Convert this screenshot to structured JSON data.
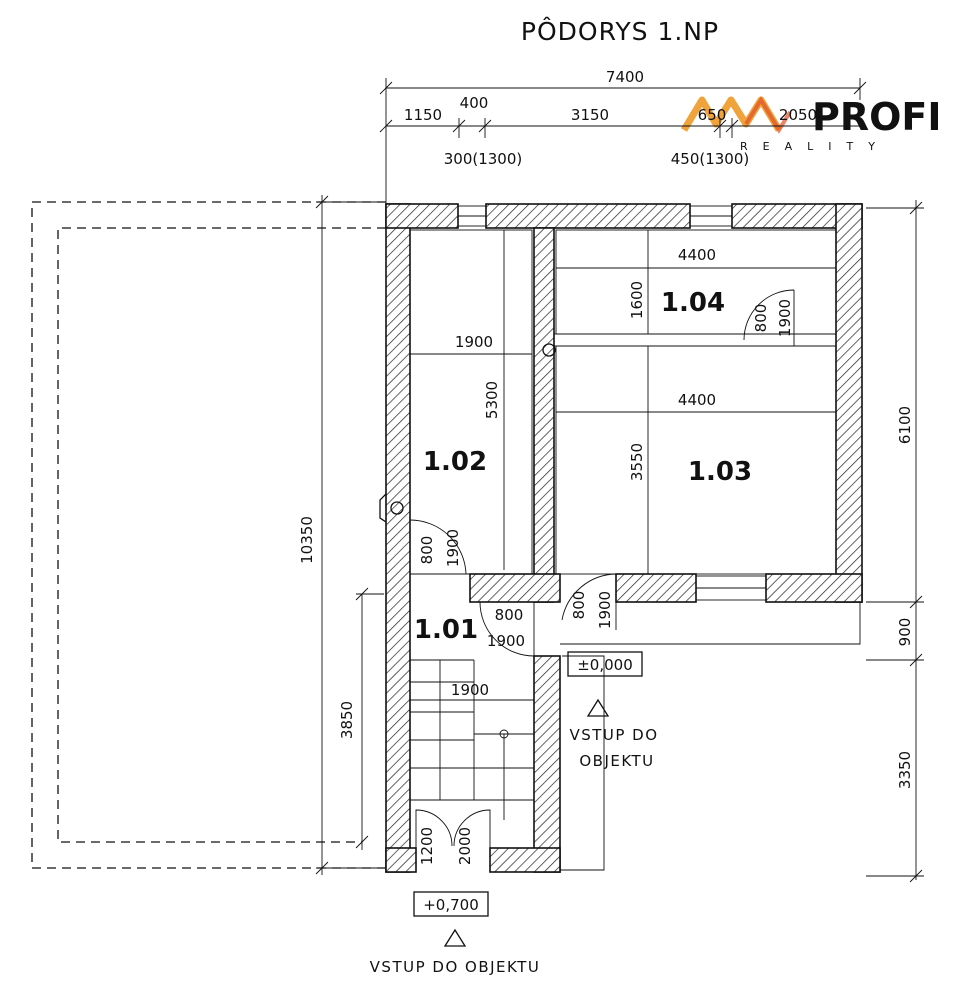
{
  "title": "PÔDORYS 1.NP",
  "logo": {
    "brand_main": "PROFI",
    "brand_sub": "REALITY",
    "accent_color": "#f0a33a",
    "brand_color": "#0c1a5c"
  },
  "dimensions": {
    "total_width": "7400",
    "segments": [
      "1150",
      "400",
      "3150",
      "650",
      "2050"
    ],
    "below_left": "300(1300)",
    "below_right": "450(1300)",
    "total_height": "10350",
    "right_upper": "6100",
    "right_mid": "900",
    "right_lower": "3350",
    "left_stair": "3850"
  },
  "rooms": [
    {
      "id": "1.01",
      "width": "1900",
      "door_w": "800",
      "door_h": "1900"
    },
    {
      "id": "1.02",
      "width": "1900",
      "depth": "5300",
      "door_w": "800",
      "door_h": "1900"
    },
    {
      "id": "1.03",
      "width": "4400",
      "depth": "3550",
      "door_w": "800",
      "door_h": "1900"
    },
    {
      "id": "1.04",
      "width": "4400",
      "depth": "1600",
      "door_w": "800",
      "door_h": "1900"
    }
  ],
  "front_door": {
    "w": "1200",
    "h": "2000"
  },
  "levels": {
    "inner": "±0,000",
    "outer": "+0,700"
  },
  "entrances": {
    "upper_line1": "VSTUP DO",
    "upper_line2": "OBJEKTU",
    "lower": "VSTUP DO OBJEKTU"
  }
}
